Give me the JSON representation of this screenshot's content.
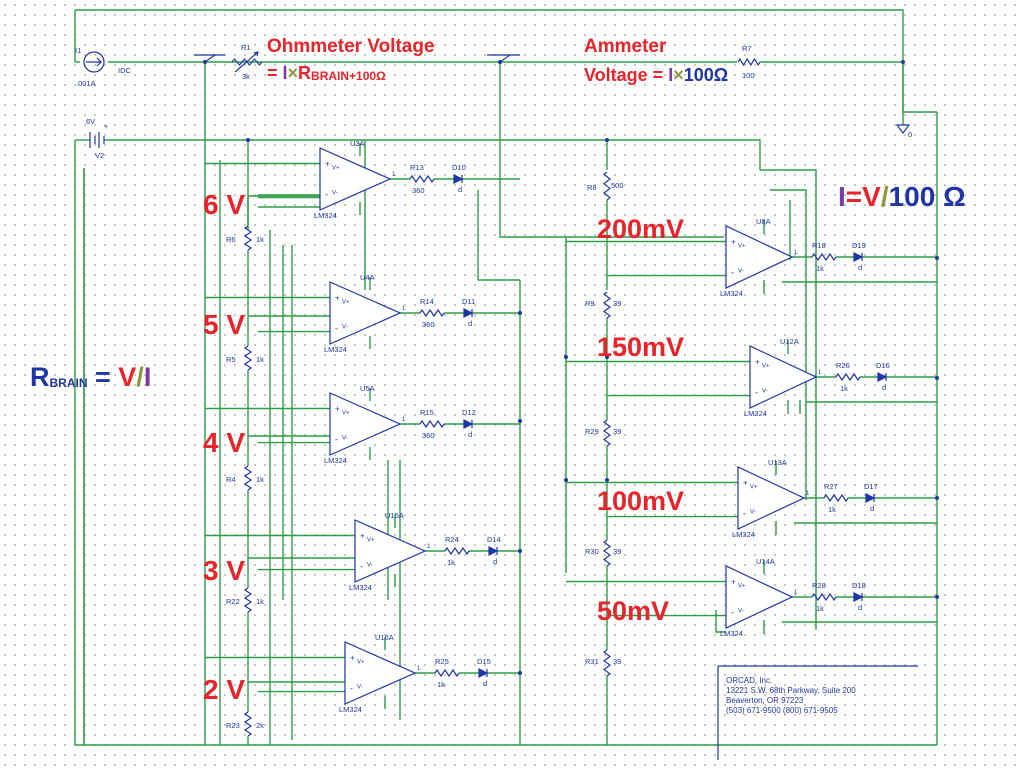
{
  "annotations": {
    "ohm_title": "Ohmmeter Voltage",
    "ohm_eq_prefix": "= ",
    "ohm_I": "I",
    "ohm_times": "×",
    "ohm_R": "R",
    "ohm_sub": "BRAIN+100Ω",
    "amm_title": "Ammeter",
    "amm_eq_prefix": "Voltage = ",
    "amm_I": "I",
    "amm_times": "×",
    "amm_val": "100Ω",
    "current_I": "I",
    "current_eq": "=",
    "current_V": "V",
    "current_slash": "/",
    "current_val": "100 Ω",
    "rb_R": "R",
    "rb_sub": "BRAIN",
    "rb_eq": " = ",
    "rb_V": "V",
    "rb_slash": "/",
    "rb_I": "I"
  },
  "voltage_levels": [
    "6 V",
    "5 V",
    "4 V",
    "3 V",
    "2 V"
  ],
  "millivolt_levels": [
    "200mV",
    "150mV",
    "100mV",
    "50mV"
  ],
  "components": {
    "source_i1": "I1",
    "source_i1_val": ".001A",
    "source_idc": "IDC",
    "battery_v": "6V",
    "battery_name": "V2",
    "r1": "R1",
    "r1_val": "3k",
    "r7": "R7",
    "r7_val": "100",
    "ground": "0",
    "left_opamps": [
      "U3A",
      "U4A",
      "U5A",
      "U15A",
      "U16A"
    ],
    "right_opamps": [
      "U8A",
      "U12A",
      "U13A",
      "U14A"
    ],
    "opamp_type": "LM324",
    "left_out_res": [
      "R13",
      "R14",
      "R15",
      "R24",
      "R25"
    ],
    "left_out_res_vals": [
      "360",
      "360",
      "360",
      "1k",
      "1k"
    ],
    "left_diodes": [
      "D10",
      "D11",
      "D12",
      "D14",
      "D15"
    ],
    "left_divider": [
      "R6",
      "R5",
      "R4",
      "R22",
      "R23"
    ],
    "left_divider_vals": [
      "1k",
      "1k",
      "1k",
      "1k",
      "2k"
    ],
    "right_out_res": [
      "R18",
      "R26",
      "R27",
      "R28"
    ],
    "right_diodes": [
      "D19",
      "D16",
      "D17",
      "D18"
    ],
    "right_out_val": "1k",
    "right_divider": [
      "R8",
      "R9",
      "R29",
      "R30",
      "R31"
    ],
    "right_divider_vals": [
      "500",
      "39",
      "39",
      "39",
      "39"
    ],
    "diode_model": "d"
  },
  "company": {
    "name": "ORCAD, Inc.",
    "line1": "13221 S.W. 68th Parkway, Suite 200",
    "line2": "Beaverton, OR 97223",
    "line3": "(503) 671-9500   (800) 671-9505"
  }
}
